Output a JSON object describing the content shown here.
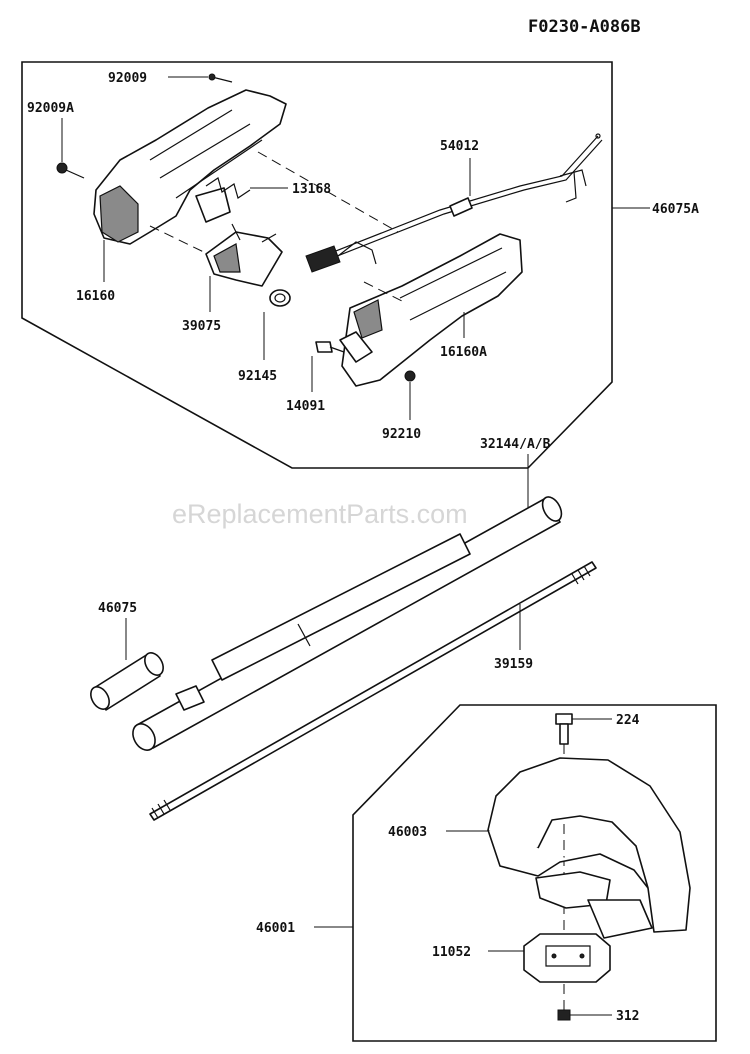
{
  "diagram_code": "F0230-A086B",
  "watermark": "eReplacementParts.com",
  "upper_assembly_label": "46075A",
  "lower_assembly_label": "46001",
  "part_labels": {
    "p92009": "92009",
    "p92009A": "92009A",
    "p54012": "54012",
    "p13168": "13168",
    "p16160": "16160",
    "p39075": "39075",
    "p92145": "92145",
    "p16160A": "16160A",
    "p14091": "14091",
    "p92210": "92210",
    "p32144": "32144/A/B",
    "p46075": "46075",
    "p39159": "39159",
    "p224": "224",
    "p46003": "46003",
    "p11052": "11052",
    "p312": "312"
  }
}
